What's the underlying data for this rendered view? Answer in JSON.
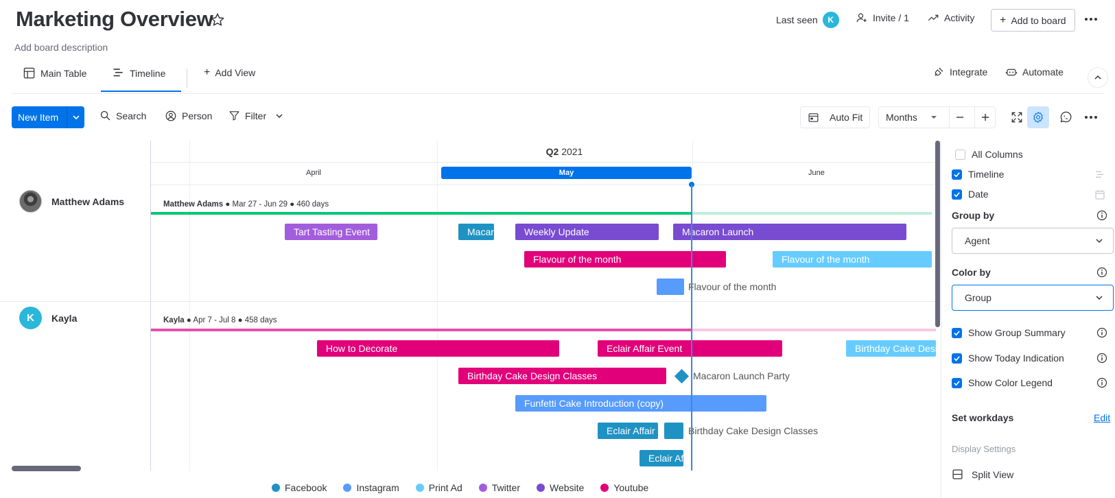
{
  "header": {
    "title": "Marketing Overview",
    "description": "Add board description",
    "last_seen_label": "Last seen",
    "last_seen_avatar": "K",
    "invite_label": "Invite / 1",
    "activity_label": "Activity",
    "add_to_board_label": "Add to board"
  },
  "tabs": [
    {
      "label": "Main Table"
    },
    {
      "label": "Timeline",
      "active": true
    }
  ],
  "add_view_label": "Add View",
  "integrate_label": "Integrate",
  "automate_label": "Automate",
  "toolbar": {
    "new_item_label": "New Item",
    "search_label": "Search",
    "person_label": "Person",
    "filter_label": "Filter",
    "auto_fit_label": "Auto Fit",
    "scale_label": "Months"
  },
  "timeline": {
    "quarter": "Q2",
    "year": "2021",
    "months": [
      "April",
      "May",
      "June"
    ],
    "current_month": "May",
    "groups": [
      {
        "agent": "Matthew Adams",
        "summary_name": "Matthew Adams",
        "summary_range": "Mar 27 - Jun 29",
        "summary_days": "460 days",
        "color": "#00c875",
        "items": [
          {
            "label": "Tart Tasting Event",
            "channel": "Twitter"
          },
          {
            "label": "Macaron",
            "channel": "Facebook"
          },
          {
            "label": "Weekly Update",
            "channel": "Website"
          },
          {
            "label": "Macaron Launch",
            "channel": "Website"
          },
          {
            "label": "Flavour of the month",
            "channel": "Youtube"
          },
          {
            "label": "Flavour of the month",
            "channel": "Print Ad"
          },
          {
            "label": "Flavour of the month",
            "channel": "Instagram"
          }
        ]
      },
      {
        "agent": "Kayla",
        "avatar": "K",
        "summary_name": "Kayla",
        "summary_range": "Apr 7 - Jul 8",
        "summary_days": "458 days",
        "color": "#e2445c",
        "items": [
          {
            "label": "How to Decorate",
            "channel": "Youtube"
          },
          {
            "label": "Eclair Affair Event",
            "channel": "Youtube"
          },
          {
            "label": "Birthday Cake Design",
            "channel": "Print Ad"
          },
          {
            "label": "Birthday Cake Design Classes",
            "channel": "Youtube"
          },
          {
            "label": "Macaron Launch Party",
            "channel": "Facebook"
          },
          {
            "label": "Funfetti Cake Introduction (copy)",
            "channel": "Instagram"
          },
          {
            "label": "Eclair Affair",
            "channel": "Facebook"
          },
          {
            "label": "Birthday Cake Design Classes",
            "channel": "Facebook"
          },
          {
            "label": "Eclair Af",
            "channel": "Facebook"
          }
        ]
      }
    ]
  },
  "legend": [
    {
      "label": "Facebook",
      "color": "#1f92c4"
    },
    {
      "label": "Instagram",
      "color": "#579bfc"
    },
    {
      "label": "Print Ad",
      "color": "#66ccff"
    },
    {
      "label": "Twitter",
      "color": "#a25ddc"
    },
    {
      "label": "Website",
      "color": "#784bd1"
    },
    {
      "label": "Youtube",
      "color": "#e2007a"
    }
  ],
  "settings": {
    "all_columns_label": "All Columns",
    "timeline_label": "Timeline",
    "date_label": "Date",
    "group_by_label": "Group by",
    "group_by_value": "Agent",
    "color_by_label": "Color by",
    "color_by_value": "Group",
    "show_group_summary_label": "Show Group Summary",
    "show_today_label": "Show Today Indication",
    "show_color_legend_label": "Show Color Legend",
    "set_workdays_label": "Set workdays",
    "edit_label": "Edit",
    "display_settings_label": "Display Settings",
    "split_view_label": "Split View"
  }
}
